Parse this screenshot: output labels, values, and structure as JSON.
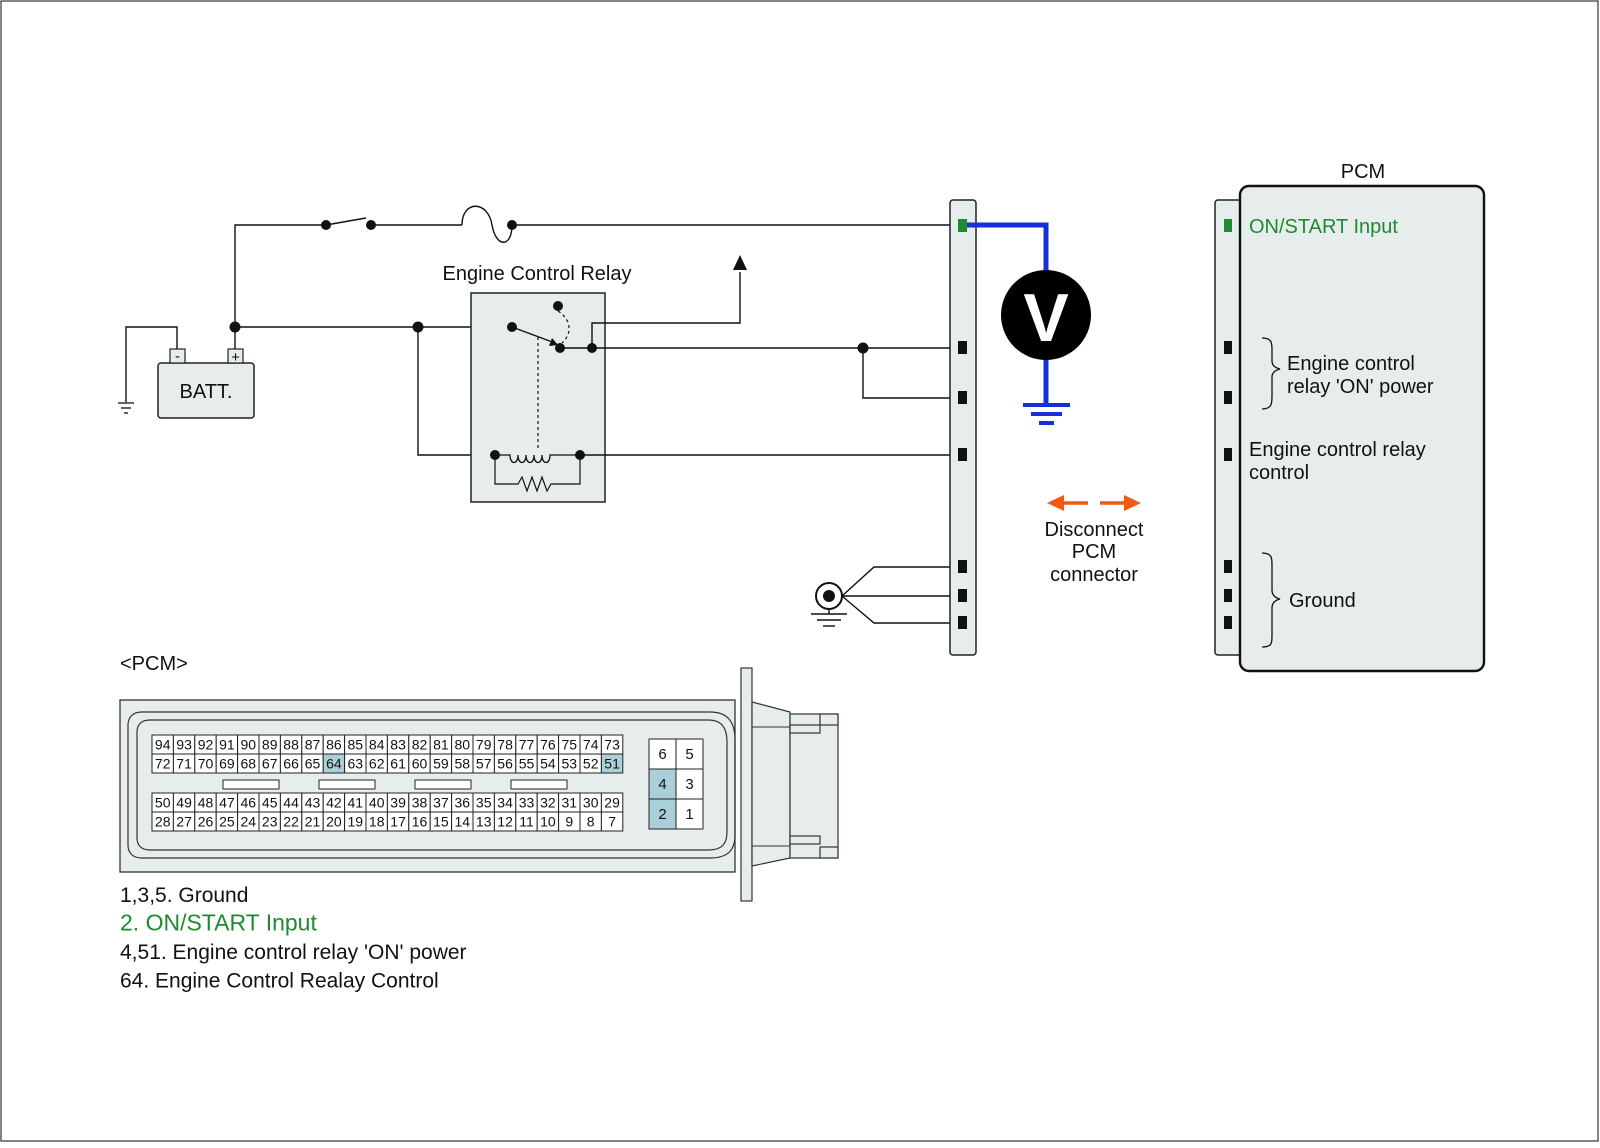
{
  "diagram": {
    "battery_label": "BATT.",
    "battery_minus": "-",
    "battery_plus": "+",
    "relay_title": "Engine Control Relay",
    "voltmeter_label": "V",
    "disconnect_label": [
      "Disconnect",
      "PCM",
      "connector"
    ],
    "pcm_title": "PCM",
    "pcm_pins": {
      "on_start": "ON/START Input",
      "relay_on_power": [
        "Engine control",
        "relay 'ON' power"
      ],
      "relay_control": [
        "Engine control relay",
        "control"
      ],
      "ground": "Ground"
    },
    "colors": {
      "blue_wire": "#1530d8",
      "green_text": "#1f8a2e",
      "orange_arrows": "#f05a14",
      "highlight_cell": "#a9cfd8",
      "panel_fill": "#e7eded"
    }
  },
  "connector": {
    "title": "<PCM>",
    "row1": [
      "94",
      "93",
      "92",
      "91",
      "90",
      "89",
      "88",
      "87",
      "86",
      "85",
      "84",
      "83",
      "82",
      "81",
      "80",
      "79",
      "78",
      "77",
      "76",
      "75",
      "74",
      "73"
    ],
    "row2": [
      "72",
      "71",
      "70",
      "69",
      "68",
      "67",
      "66",
      "65",
      "64",
      "63",
      "62",
      "61",
      "60",
      "59",
      "58",
      "57",
      "56",
      "55",
      "54",
      "53",
      "52",
      "51"
    ],
    "row3": [
      "50",
      "49",
      "48",
      "47",
      "46",
      "45",
      "44",
      "43",
      "42",
      "41",
      "40",
      "39",
      "38",
      "37",
      "36",
      "35",
      "34",
      "33",
      "32",
      "31",
      "30",
      "29"
    ],
    "row4": [
      "28",
      "27",
      "26",
      "25",
      "24",
      "23",
      "22",
      "21",
      "20",
      "19",
      "18",
      "17",
      "16",
      "15",
      "14",
      "13",
      "12",
      "11",
      "10",
      "9",
      "8",
      "7"
    ],
    "small_block": [
      [
        "6",
        "5"
      ],
      [
        "4",
        "3"
      ],
      [
        "2",
        "1"
      ]
    ],
    "highlighted": [
      "64",
      "51",
      "4",
      "2"
    ]
  },
  "legend": [
    {
      "text": "1,3,5. Ground",
      "color": "#111111"
    },
    {
      "text": "2. ON/START Input",
      "color": "#1f8a2e"
    },
    {
      "text": "4,51. Engine control relay 'ON' power",
      "color": "#111111"
    },
    {
      "text": "64. Engine Control Realay Control",
      "color": "#111111"
    }
  ]
}
